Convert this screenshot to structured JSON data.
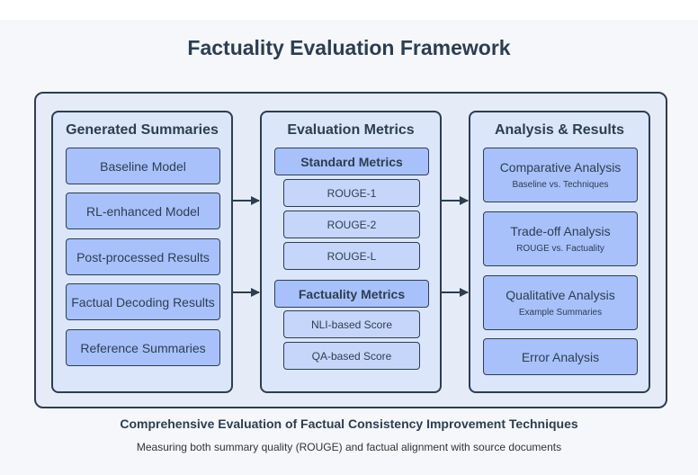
{
  "title": "Factuality Evaluation Framework",
  "panels": {
    "generated": {
      "title": "Generated Summaries",
      "items": [
        "Baseline Model",
        "RL-enhanced Model",
        "Post-processed Results",
        "Factual Decoding Results",
        "Reference Summaries"
      ]
    },
    "metrics": {
      "title": "Evaluation Metrics",
      "standard_label": "Standard Metrics",
      "standard": [
        "ROUGE-1",
        "ROUGE-2",
        "ROUGE-L"
      ],
      "factuality_label": "Factuality Metrics",
      "factuality": [
        "NLI-based Score",
        "QA-based Score"
      ]
    },
    "analysis": {
      "title": "Analysis & Results",
      "items": [
        {
          "main": "Comparative Analysis",
          "sub": "Baseline vs. Techniques"
        },
        {
          "main": "Trade-off Analysis",
          "sub": "ROUGE vs. Factuality"
        },
        {
          "main": "Qualitative Analysis",
          "sub": "Example Summaries"
        },
        {
          "main": "Error Analysis",
          "sub": ""
        }
      ]
    }
  },
  "caption": {
    "main": "Comprehensive Evaluation of Factual Consistency Improvement Techniques",
    "sub": "Measuring both summary quality (ROUGE) and factual alignment with source documents"
  }
}
